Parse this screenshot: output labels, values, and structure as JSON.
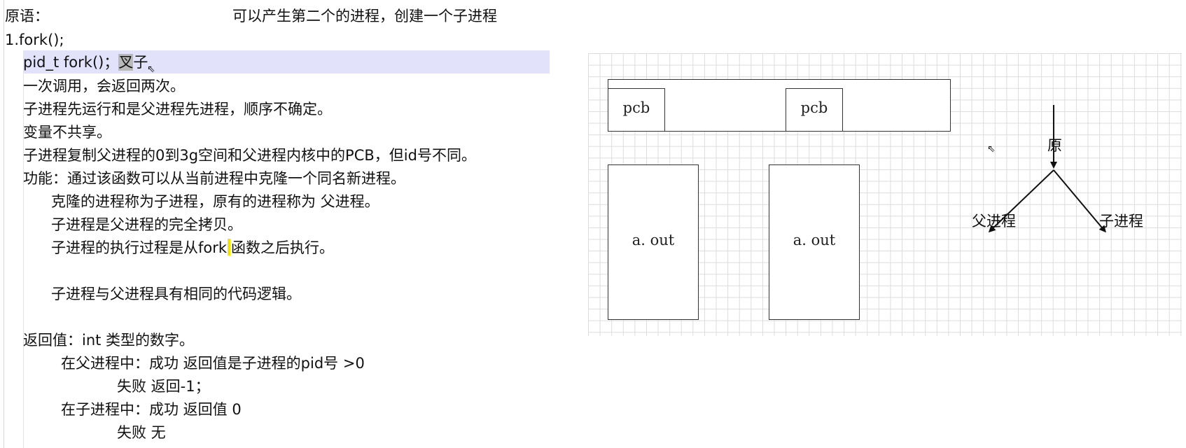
{
  "text": {
    "header_left": "原语：",
    "header_right": "可以产生第二个的进程，创建一个子进程",
    "fork_title": "1.fork();",
    "proto_a": "pid_t fork()；",
    "proto_sel": "叉",
    "proto_b": "子",
    "l1": "一次调用，会返回两次。",
    "l2": "子进程先运行和是父进程先进程，顺序不确定。",
    "l3": "变量不共享。",
    "l4": "子进程复制父进程的0到3g空间和父进程内核中的PCB，但id号不同。",
    "l5": "功能：通过该函数可以从当前进程中克隆一个同名新进程。",
    "l6": "克隆的进程称为子进程，原有的进程称为 父进程。",
    "l7": "子进程是父进程的完全拷贝。",
    "l8a": "子进程的执行过程是从fork",
    "l8b": "函数之后执行。",
    "l9": "子进程与父进程具有相同的代码逻辑。",
    "l10": "返回值：int 类型的数字。",
    "l11": "在父进程中：成功 返回值是子进程的pid号 >0",
    "l12": "失败 返回-1；",
    "l13": "在子进程中：成功 返回值 0",
    "l14": "失败 无"
  },
  "diagram": {
    "pcb_left": "pcb",
    "pcb_right": "pcb",
    "aout_left": "a. out",
    "aout_right": "a. out",
    "tree_root": "原",
    "tree_parent": "父进程",
    "tree_child": "子进程"
  },
  "colors": {
    "selection_row": "#e2e3fb",
    "selected_text": "#b9b9b9",
    "text_caret": "#f5e400",
    "grid_line": "#dcdcdc"
  }
}
